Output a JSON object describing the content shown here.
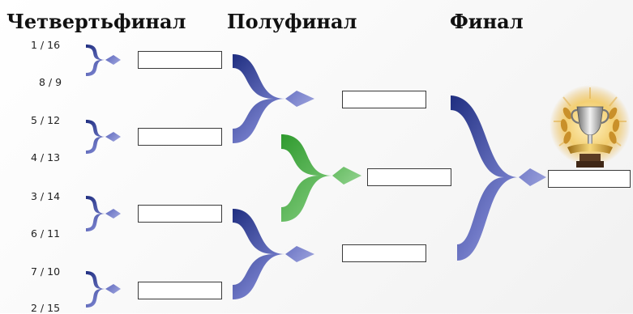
{
  "rounds": {
    "quarterfinal": "Четвертьфинал",
    "semifinal": "Полуфинал",
    "final": "Финал"
  },
  "seeds": [
    "1 / 16",
    "8 / 9",
    "5 / 12",
    "4 / 13",
    "3 / 14",
    "6 / 11",
    "7 / 10",
    "2 / 15"
  ],
  "colors": {
    "arrow_dark": "#1f2e80",
    "arrow_light": "#c6caf1",
    "green_dark": "#2f9a2e",
    "green_light": "#b9e6b6",
    "trophy_gold": "#d4a02a"
  },
  "icons": {
    "trophy": "trophy-icon"
  }
}
